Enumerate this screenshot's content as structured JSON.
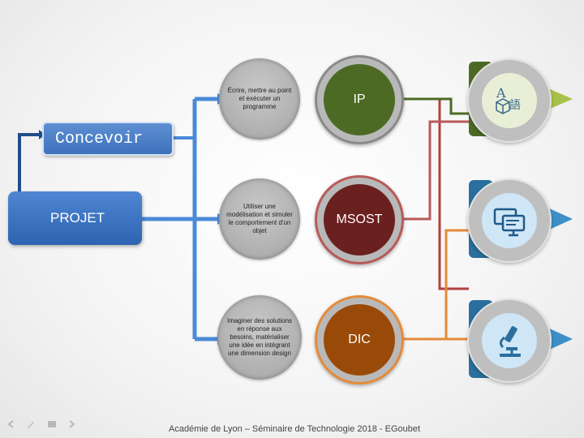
{
  "diagram": {
    "start": {
      "label": "Concevoir"
    },
    "project": {
      "label": "PROJET"
    },
    "steps": [
      {
        "text": "Écrire, mettre au point et exécuter un programme"
      },
      {
        "text": "Utiliser une modélisation et simuler le comportement d'un objet"
      },
      {
        "text": "Imaginer des solutions en réponse aux besoins, matérialiser une idée en intégrant une dimension design"
      }
    ],
    "skills": [
      {
        "label": "IP",
        "color": "#4c6a24",
        "ring": "#8a8a8a"
      },
      {
        "label": "MSOST",
        "color": "#6b2020",
        "ring": "#b85a5a"
      },
      {
        "label": "DIC",
        "color": "#9a4a08",
        "ring": "#e58a3a"
      }
    ],
    "icons": [
      {
        "name": "language-cube-icon",
        "disc_color": "#e9efd7",
        "arrow_color": "#a8c14a"
      },
      {
        "name": "computer-screens-icon",
        "disc_color": "#cfe6f6",
        "arrow_color": "#3d8fc8"
      },
      {
        "name": "microscope-icon",
        "disc_color": "#cfe6f6",
        "arrow_color": "#3d8fc8"
      }
    ],
    "connector_colors": {
      "main": "#4a8ad8",
      "start": "#1f4e8c"
    }
  },
  "footer": {
    "text": "Académie de Lyon – Séminaire de Technologie 2018 - EGoubet"
  }
}
